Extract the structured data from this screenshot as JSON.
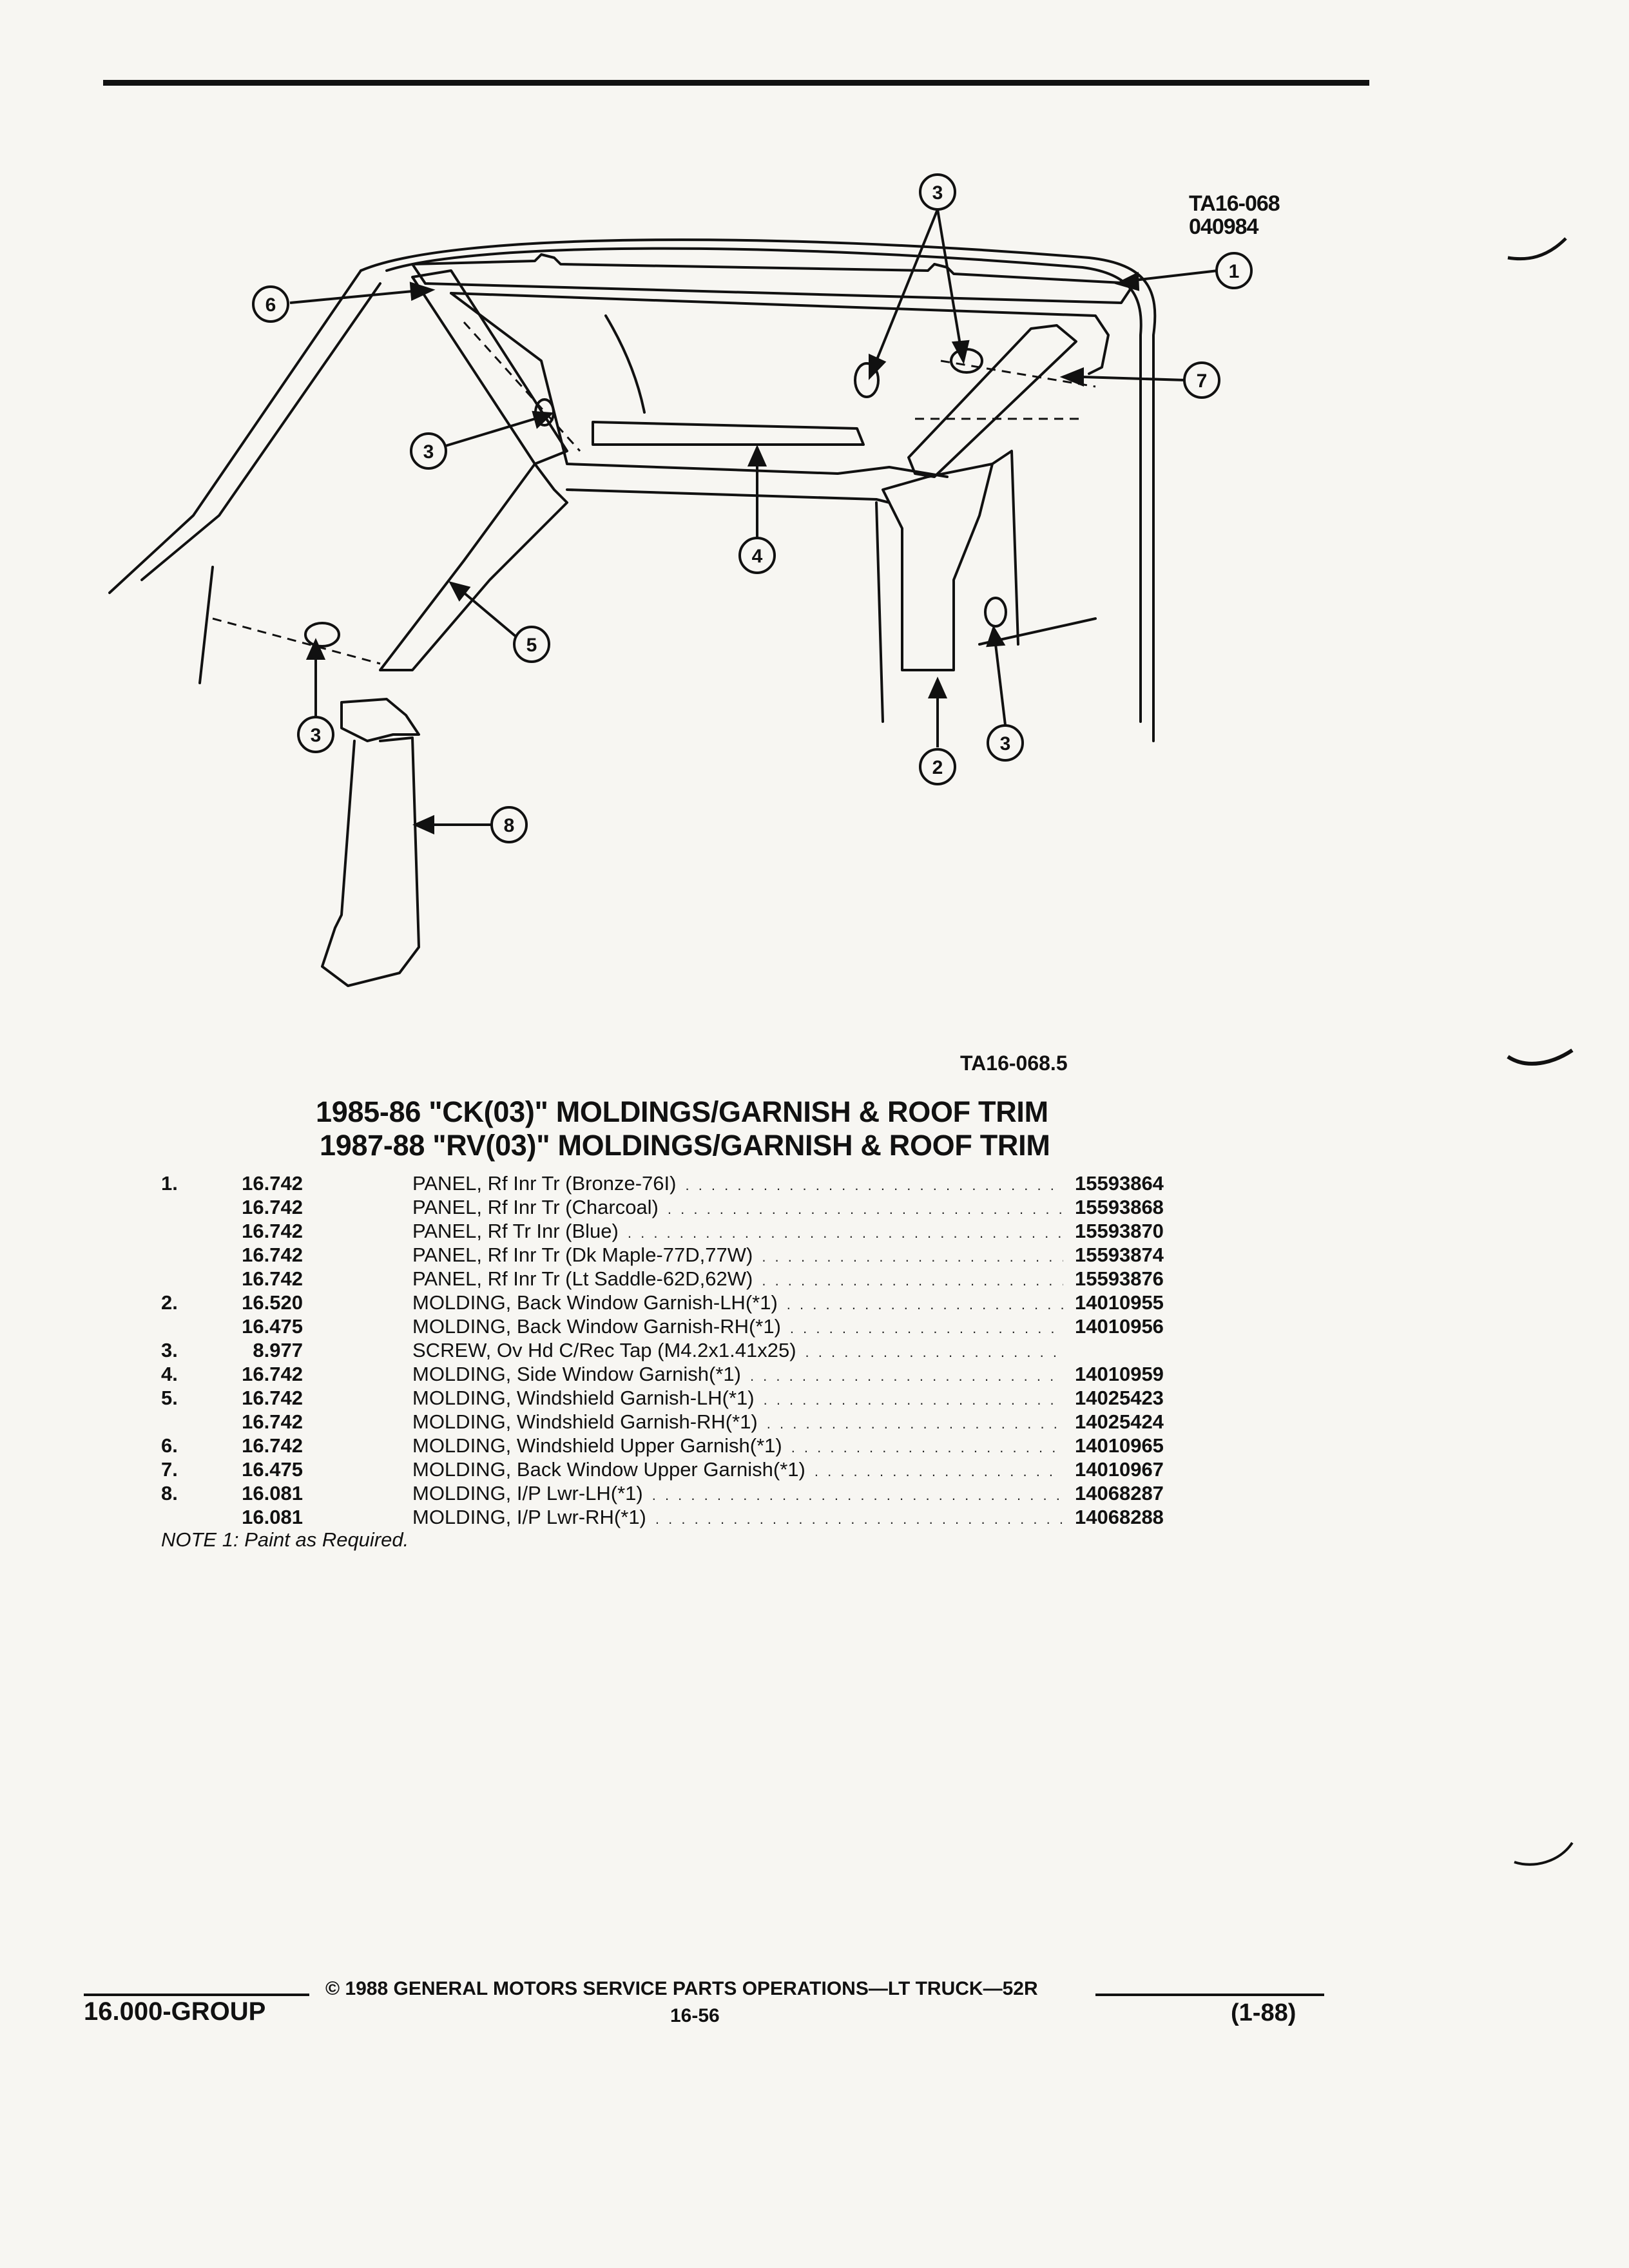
{
  "diagram": {
    "code_top": "TA16-068",
    "code_date": "040984",
    "code_bottom": "TA16-068.5",
    "callouts": [
      "1",
      "2",
      "3",
      "4",
      "5",
      "6",
      "7",
      "8"
    ]
  },
  "titles": [
    "1985-86 \"CK(03)\" MOLDINGS/GARNISH & ROOF TRIM",
    "1987-88 \"RV(03)\" MOLDINGS/GARNISH & ROOF TRIM"
  ],
  "parts": [
    {
      "item": "1.",
      "code": "16.742",
      "name": "PANEL,",
      "detail": "Rf Inr Tr (Bronze-76I)",
      "part_number": "15593864"
    },
    {
      "item": "",
      "code": "16.742",
      "name": "PANEL,",
      "detail": "Rf Inr Tr (Charcoal)",
      "part_number": "15593868"
    },
    {
      "item": "",
      "code": "16.742",
      "name": "PANEL,",
      "detail": "Rf Tr Inr (Blue)",
      "part_number": "15593870"
    },
    {
      "item": "",
      "code": "16.742",
      "name": "PANEL,",
      "detail": "Rf Inr Tr (Dk Maple-77D,77W)",
      "part_number": "15593874"
    },
    {
      "item": "",
      "code": "16.742",
      "name": "PANEL,",
      "detail": "Rf Inr Tr (Lt Saddle-62D,62W)",
      "part_number": "15593876"
    },
    {
      "item": "2.",
      "code": "16.520",
      "name": "MOLDING,",
      "detail": "Back Window Garnish-LH(*1)",
      "part_number": "14010955"
    },
    {
      "item": "",
      "code": "16.475",
      "name": "MOLDING,",
      "detail": "Back Window Garnish-RH(*1)",
      "part_number": "14010956"
    },
    {
      "item": "3.",
      "code": "8.977",
      "name": "SCREW,",
      "detail": "Ov Hd C/Rec Tap (M4.2x1.41x25)",
      "part_number": ""
    },
    {
      "item": "4.",
      "code": "16.742",
      "name": "MOLDING,",
      "detail": "Side Window Garnish(*1)",
      "part_number": "14010959"
    },
    {
      "item": "5.",
      "code": "16.742",
      "name": "MOLDING,",
      "detail": "Windshield Garnish-LH(*1)",
      "part_number": "14025423"
    },
    {
      "item": "",
      "code": "16.742",
      "name": "MOLDING,",
      "detail": "Windshield Garnish-RH(*1)",
      "part_number": "14025424"
    },
    {
      "item": "6.",
      "code": "16.742",
      "name": "MOLDING,",
      "detail": "Windshield Upper Garnish(*1)",
      "part_number": "14010965"
    },
    {
      "item": "7.",
      "code": "16.475",
      "name": "MOLDING,",
      "detail": "Back Window Upper Garnish(*1)",
      "part_number": "14010967"
    },
    {
      "item": "8.",
      "code": "16.081",
      "name": "MOLDING,",
      "detail": "I/P Lwr-LH(*1)",
      "part_number": "14068287"
    },
    {
      "item": "",
      "code": "16.081",
      "name": "MOLDING,",
      "detail": "I/P Lwr-RH(*1)",
      "part_number": "14068288"
    }
  ],
  "note": "NOTE 1: Paint as Required.",
  "footer": {
    "copyright": "© 1988 GENERAL MOTORS SERVICE PARTS OPERATIONS—LT TRUCK—52R",
    "group": "16.000-GROUP",
    "page": "16-56",
    "date_code": "(1-88)"
  }
}
